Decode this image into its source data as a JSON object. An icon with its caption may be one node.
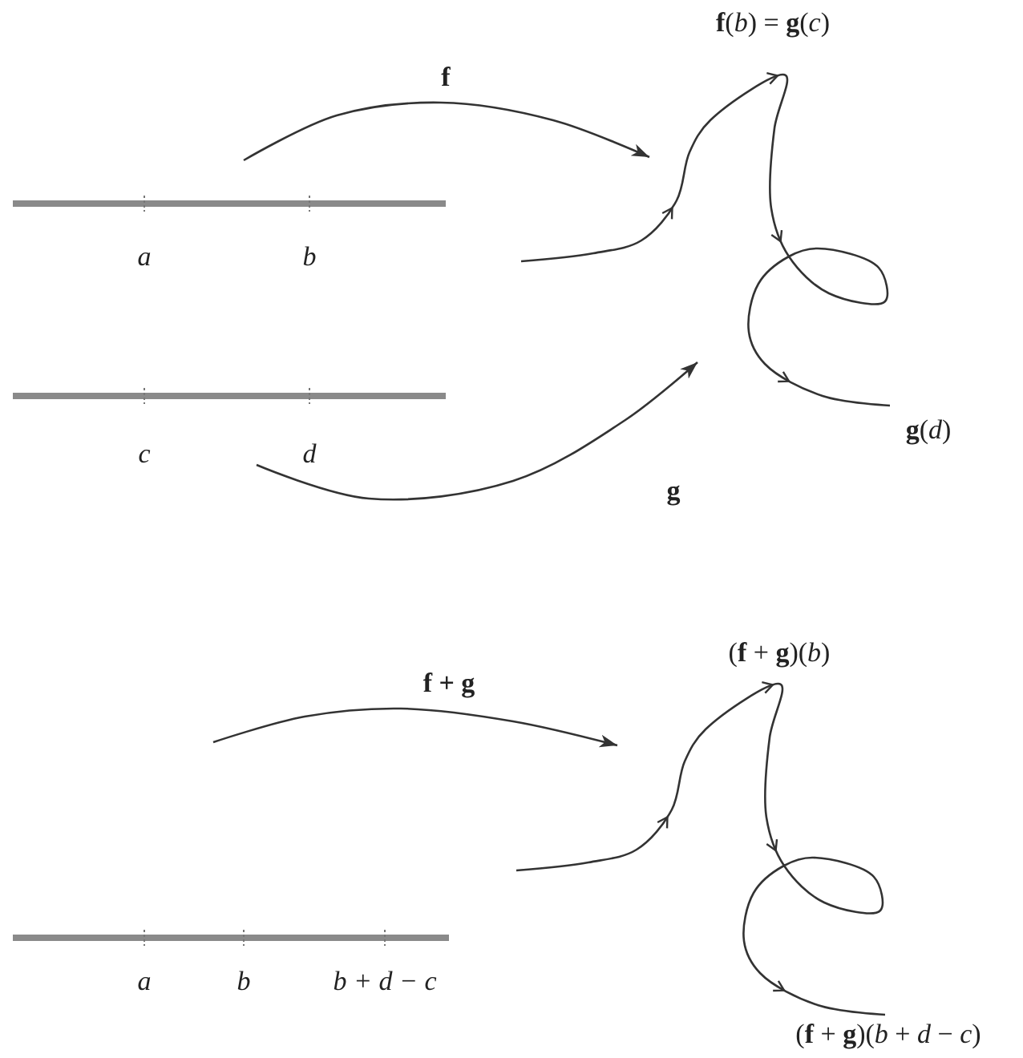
{
  "diagram": {
    "nodes": [
      {
        "text": [],
        "shape": "curve",
        "beside": [
          "**f**(*b*) = **g**(*c*)",
          "**g**(*d*)"
        ]
      },
      {
        "text": [],
        "shape": "curve",
        "beside": [
          "(**f** + **g**)(*b*)",
          "(**f** + **g**)(*b* + *d* − *c*)"
        ]
      }
    ],
    "edges": [
      {
        "from": null,
        "to": 0,
        "arrow": "to",
        "label": "f"
      },
      {
        "from": null,
        "to": 0,
        "arrow": "to",
        "label": "g"
      },
      {
        "from": null,
        "to": 1,
        "arrow": "to",
        "label": "**f** + **g**"
      }
    ],
    "labels": [
      "a",
      "b",
      "c",
      "d",
      "a",
      "b",
      "b + d − c"
    ]
  }
}
